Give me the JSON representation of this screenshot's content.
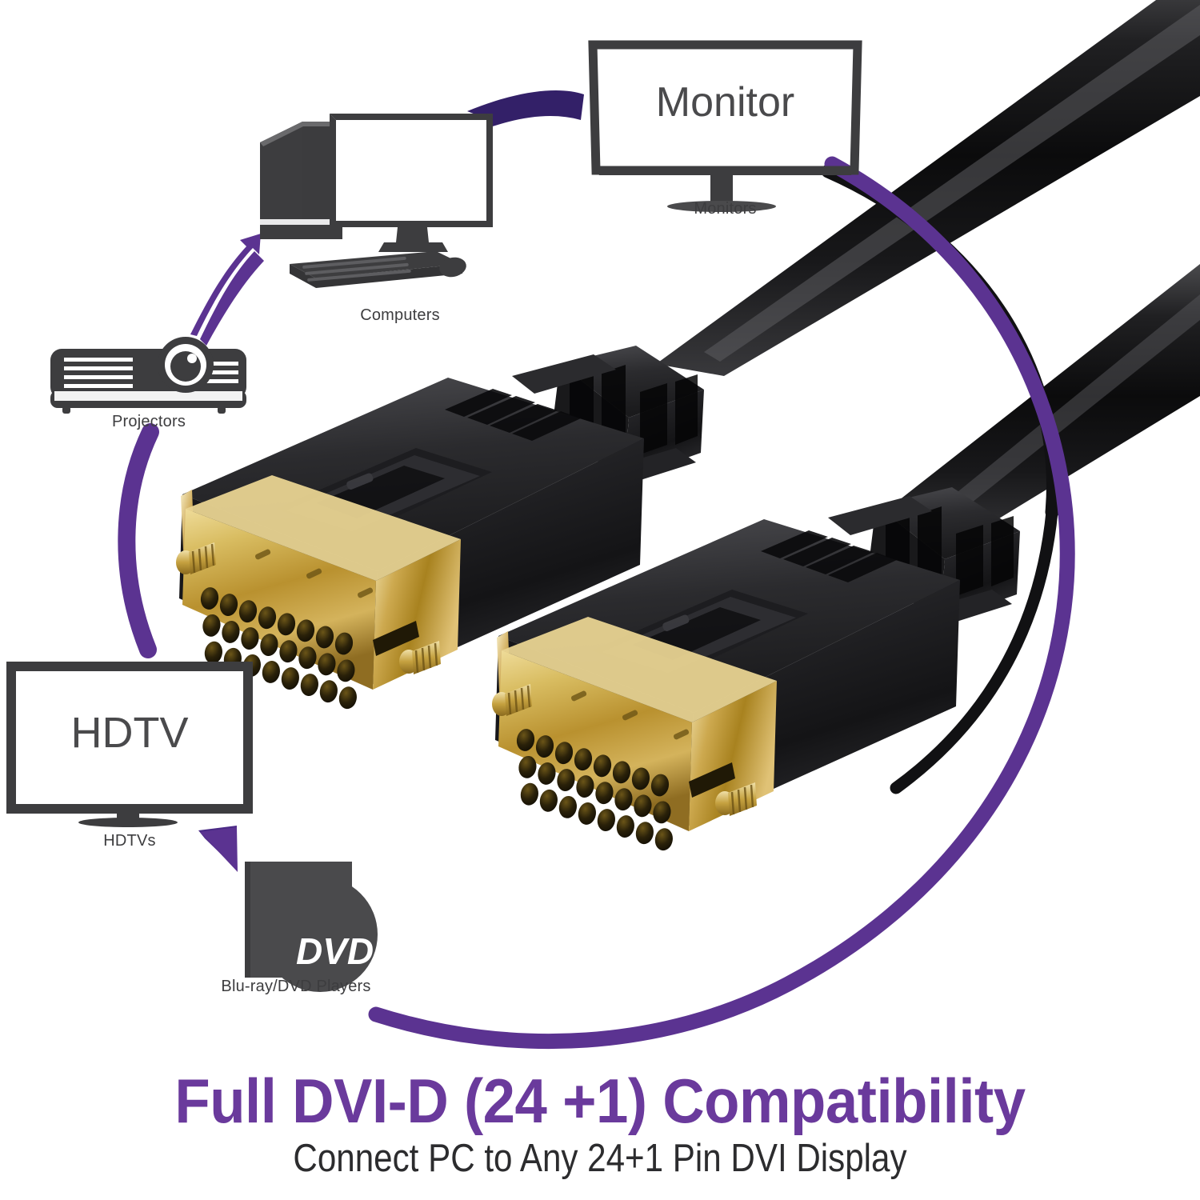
{
  "page": {
    "background_color": "#ffffff",
    "accent_purple": "#5b3391",
    "headline_purple": "#6a3a9c",
    "icon_gray": "#3d3d3f",
    "cable_black": "#151515",
    "connector_gold": "#c9a227"
  },
  "banner": {
    "headline": "Full DVI-D (24 +1) Compatibility",
    "subline": "Connect PC to Any 24+1 Pin DVI Display"
  },
  "devices": [
    {
      "id": "monitor",
      "icon": "monitor-icon",
      "screen_text": "Monitor",
      "caption": "Monitors"
    },
    {
      "id": "computers",
      "icon": "desktop-computer-icon",
      "screen_text": "",
      "caption": "Computers"
    },
    {
      "id": "projectors",
      "icon": "projector-icon",
      "screen_text": "",
      "caption": "Projectors"
    },
    {
      "id": "hdtv",
      "icon": "hdtv-icon",
      "screen_text": "HDTV",
      "caption": "HDTVs"
    },
    {
      "id": "bluray",
      "icon": "dvd-player-icon",
      "screen_text": "DVD",
      "caption": "Blu-ray/DVD Players"
    }
  ],
  "connectors": [
    {
      "id": "left-plug",
      "name": "dvi-d-male-connector",
      "pins": "24+1"
    },
    {
      "id": "right-plug",
      "name": "dvi-d-male-connector",
      "pins": "24+1"
    }
  ],
  "flow_arrows": [
    {
      "id": "computers-to-monitor",
      "direction": "right"
    },
    {
      "id": "projectors-to-computers",
      "direction": "up-right"
    },
    {
      "id": "hdtv-to-bluray",
      "direction": "down-right"
    }
  ]
}
